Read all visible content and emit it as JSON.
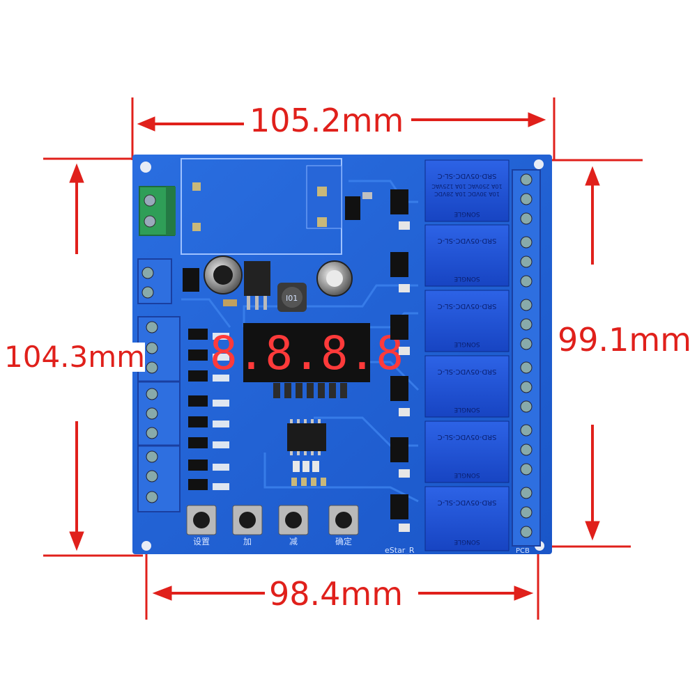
{
  "dimensions": {
    "top_width": "105.2mm",
    "bottom_width": "98.4mm",
    "left_height": "104.3mm",
    "right_height": "99.1mm"
  },
  "board": {
    "display_digits": "8.8.8.8",
    "silkscreen": "eStar_R",
    "silkscreen_right": "PCB",
    "ic_label": "I01",
    "buttons": [
      {
        "label": "设置"
      },
      {
        "label": "加"
      },
      {
        "label": "减"
      },
      {
        "label": "确定"
      }
    ],
    "relay_count": 6,
    "relay_model": "SRD-05VDC-SL-C",
    "relay_brand": "SONGLE",
    "relay_ratings": [
      "10A 250VAC 10A 125VAC",
      "10A 30VDC 10A 28VDC"
    ]
  },
  "colors": {
    "dimension": "#e0201b",
    "pcb": "#1f5fd6",
    "relay": "#1d50d8",
    "terminal": "#2e6fe0",
    "terminal_green": "#2f9e57",
    "display": "#111111",
    "display_segment": "#ff2a2a"
  },
  "icons": [
    "arrow-left-icon",
    "arrow-right-icon",
    "arrow-up-icon",
    "arrow-down-icon"
  ]
}
